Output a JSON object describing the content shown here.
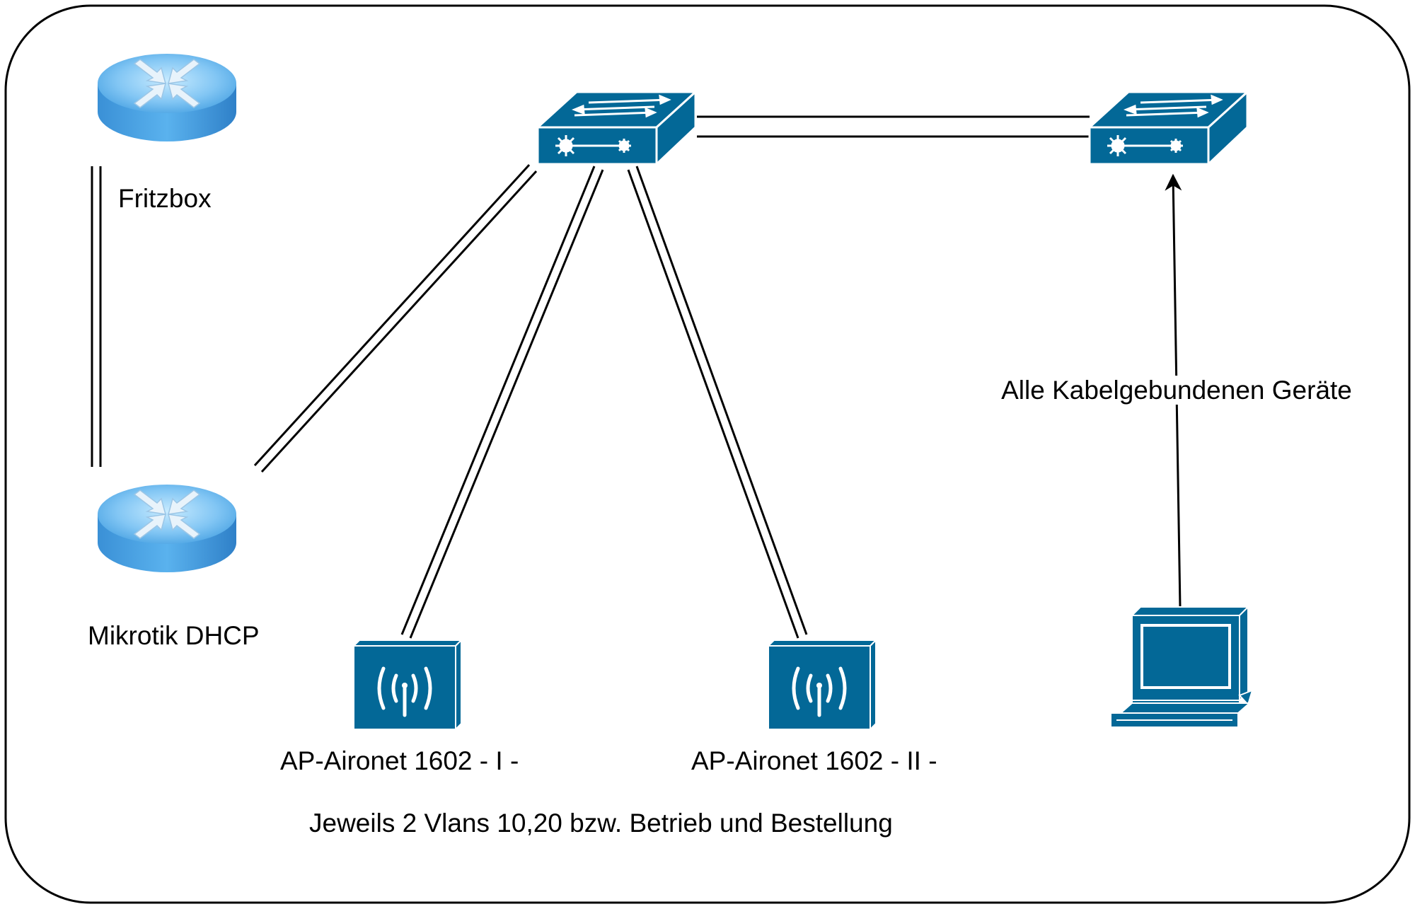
{
  "nodes": {
    "fritzbox": {
      "label": "Fritzbox",
      "icon": "router-icon"
    },
    "mikrotik": {
      "label": "Mikrotik DHCP",
      "icon": "router-icon"
    },
    "core_switch": {
      "label": "",
      "icon": "switch-icon"
    },
    "edge_switch": {
      "label": "",
      "icon": "switch-icon"
    },
    "ap1": {
      "label": "AP-Aironet 1602 - I -",
      "icon": "wireless-access-point-icon"
    },
    "ap2": {
      "label": "AP-Aironet 1602 - II -",
      "icon": "wireless-access-point-icon"
    },
    "workstation": {
      "label": "",
      "icon": "workstation-icon"
    }
  },
  "edges": {
    "wired_devices_label": "Alle Kabelgebundenen Geräte"
  },
  "notes": {
    "vlan_note": "Jeweils 2 Vlans 10,20 bzw. Betrieb und Bestellung"
  },
  "colors": {
    "cisco_blue": "#036897",
    "router_blue": "#4aa3e3",
    "border": "#000000"
  }
}
